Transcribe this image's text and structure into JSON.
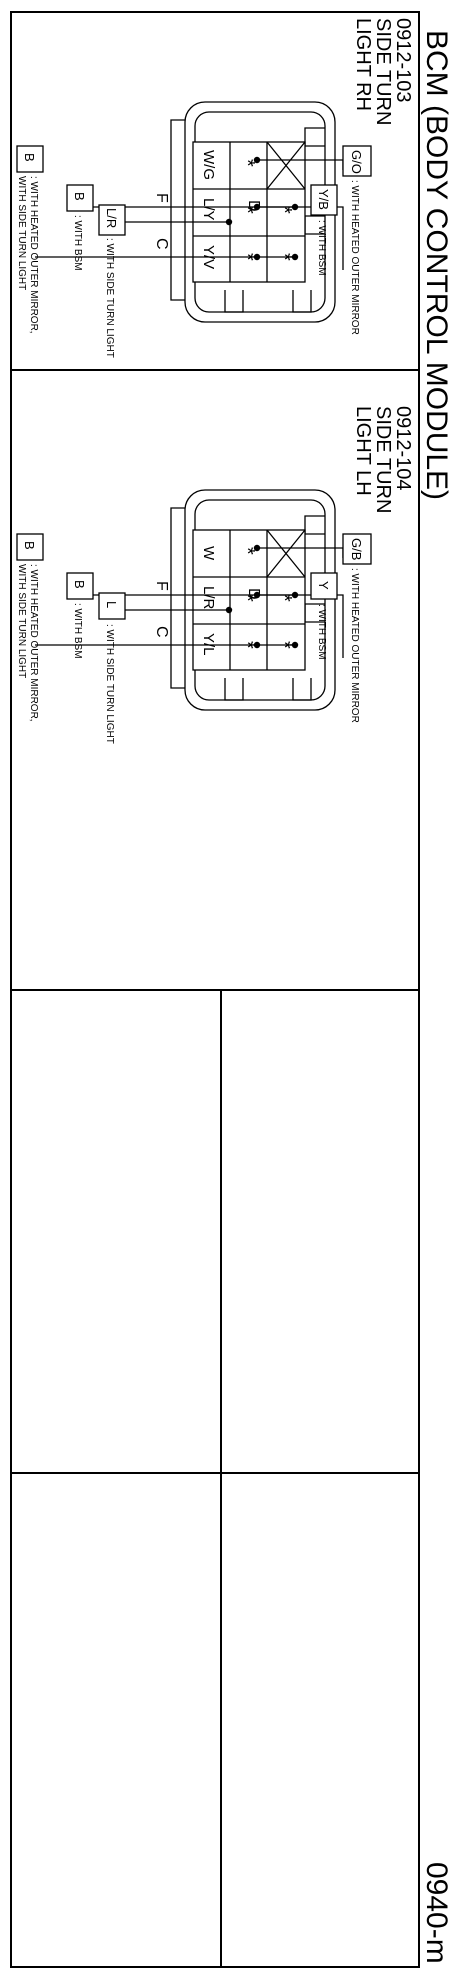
{
  "title": "BCM (BODY CONTROL MODULE)",
  "page_code": "0940-m",
  "connectors": [
    {
      "code": "0912-103",
      "name_line1": "SIDE TURN",
      "name_line2": "LIGHT RH",
      "pins": [
        {
          "row": "top",
          "col": 0,
          "label": "W/G"
        },
        {
          "row": "top",
          "col": 1,
          "label": "L/Y"
        },
        {
          "row": "top",
          "col": 2,
          "label": "Y/V"
        },
        {
          "row": "mid",
          "col": 0,
          "label": "*"
        },
        {
          "row": "mid",
          "col": 1,
          "label": "*"
        },
        {
          "row": "mid",
          "col": 2,
          "label": "*"
        },
        {
          "row": "bot",
          "col": 0,
          "label": "*"
        },
        {
          "row": "bot",
          "col": 2,
          "label": "*"
        }
      ],
      "pin_letters": {
        "D": "D",
        "C": "C",
        "F": "F"
      },
      "wires": [
        {
          "color": "G/O",
          "note": ": WITH HEATED OUTER MIRROR"
        },
        {
          "color": "Y/B",
          "note": ": WITH BSM"
        },
        {
          "color": "L/R",
          "note": ": WITH SIDE TURN LIGHT"
        },
        {
          "color": "B",
          "note": ": WITH BSM"
        },
        {
          "color": "B",
          "note": ": WITH HEATED OUTER MIRROR,",
          "note2": "WITH SIDE TURN LIGHT"
        }
      ]
    },
    {
      "code": "0912-104",
      "name_line1": "SIDE TURN",
      "name_line2": "LIGHT LH",
      "pins": [
        {
          "row": "top",
          "col": 0,
          "label": "W"
        },
        {
          "row": "top",
          "col": 1,
          "label": "L/R"
        },
        {
          "row": "top",
          "col": 2,
          "label": "Y/L"
        },
        {
          "row": "mid",
          "col": 0,
          "label": "*"
        },
        {
          "row": "mid",
          "col": 1,
          "label": "*"
        },
        {
          "row": "mid",
          "col": 2,
          "label": "*"
        },
        {
          "row": "bot",
          "col": 0,
          "label": "*"
        },
        {
          "row": "bot",
          "col": 2,
          "label": "*"
        }
      ],
      "pin_letters": {
        "D": "D",
        "C": "C",
        "F": "F"
      },
      "wires": [
        {
          "color": "G/B",
          "note": ": WITH HEATED OUTER MIRROR"
        },
        {
          "color": "Y",
          "note": ": WITH BSM"
        },
        {
          "color": "L",
          "note": ": WITH SIDE TURN LIGHT"
        },
        {
          "color": "B",
          "note": ": WITH BSM"
        },
        {
          "color": "B",
          "note": ": WITH HEATED OUTER MIRROR,",
          "note2": "WITH SIDE TURN LIGHT"
        }
      ]
    }
  ]
}
